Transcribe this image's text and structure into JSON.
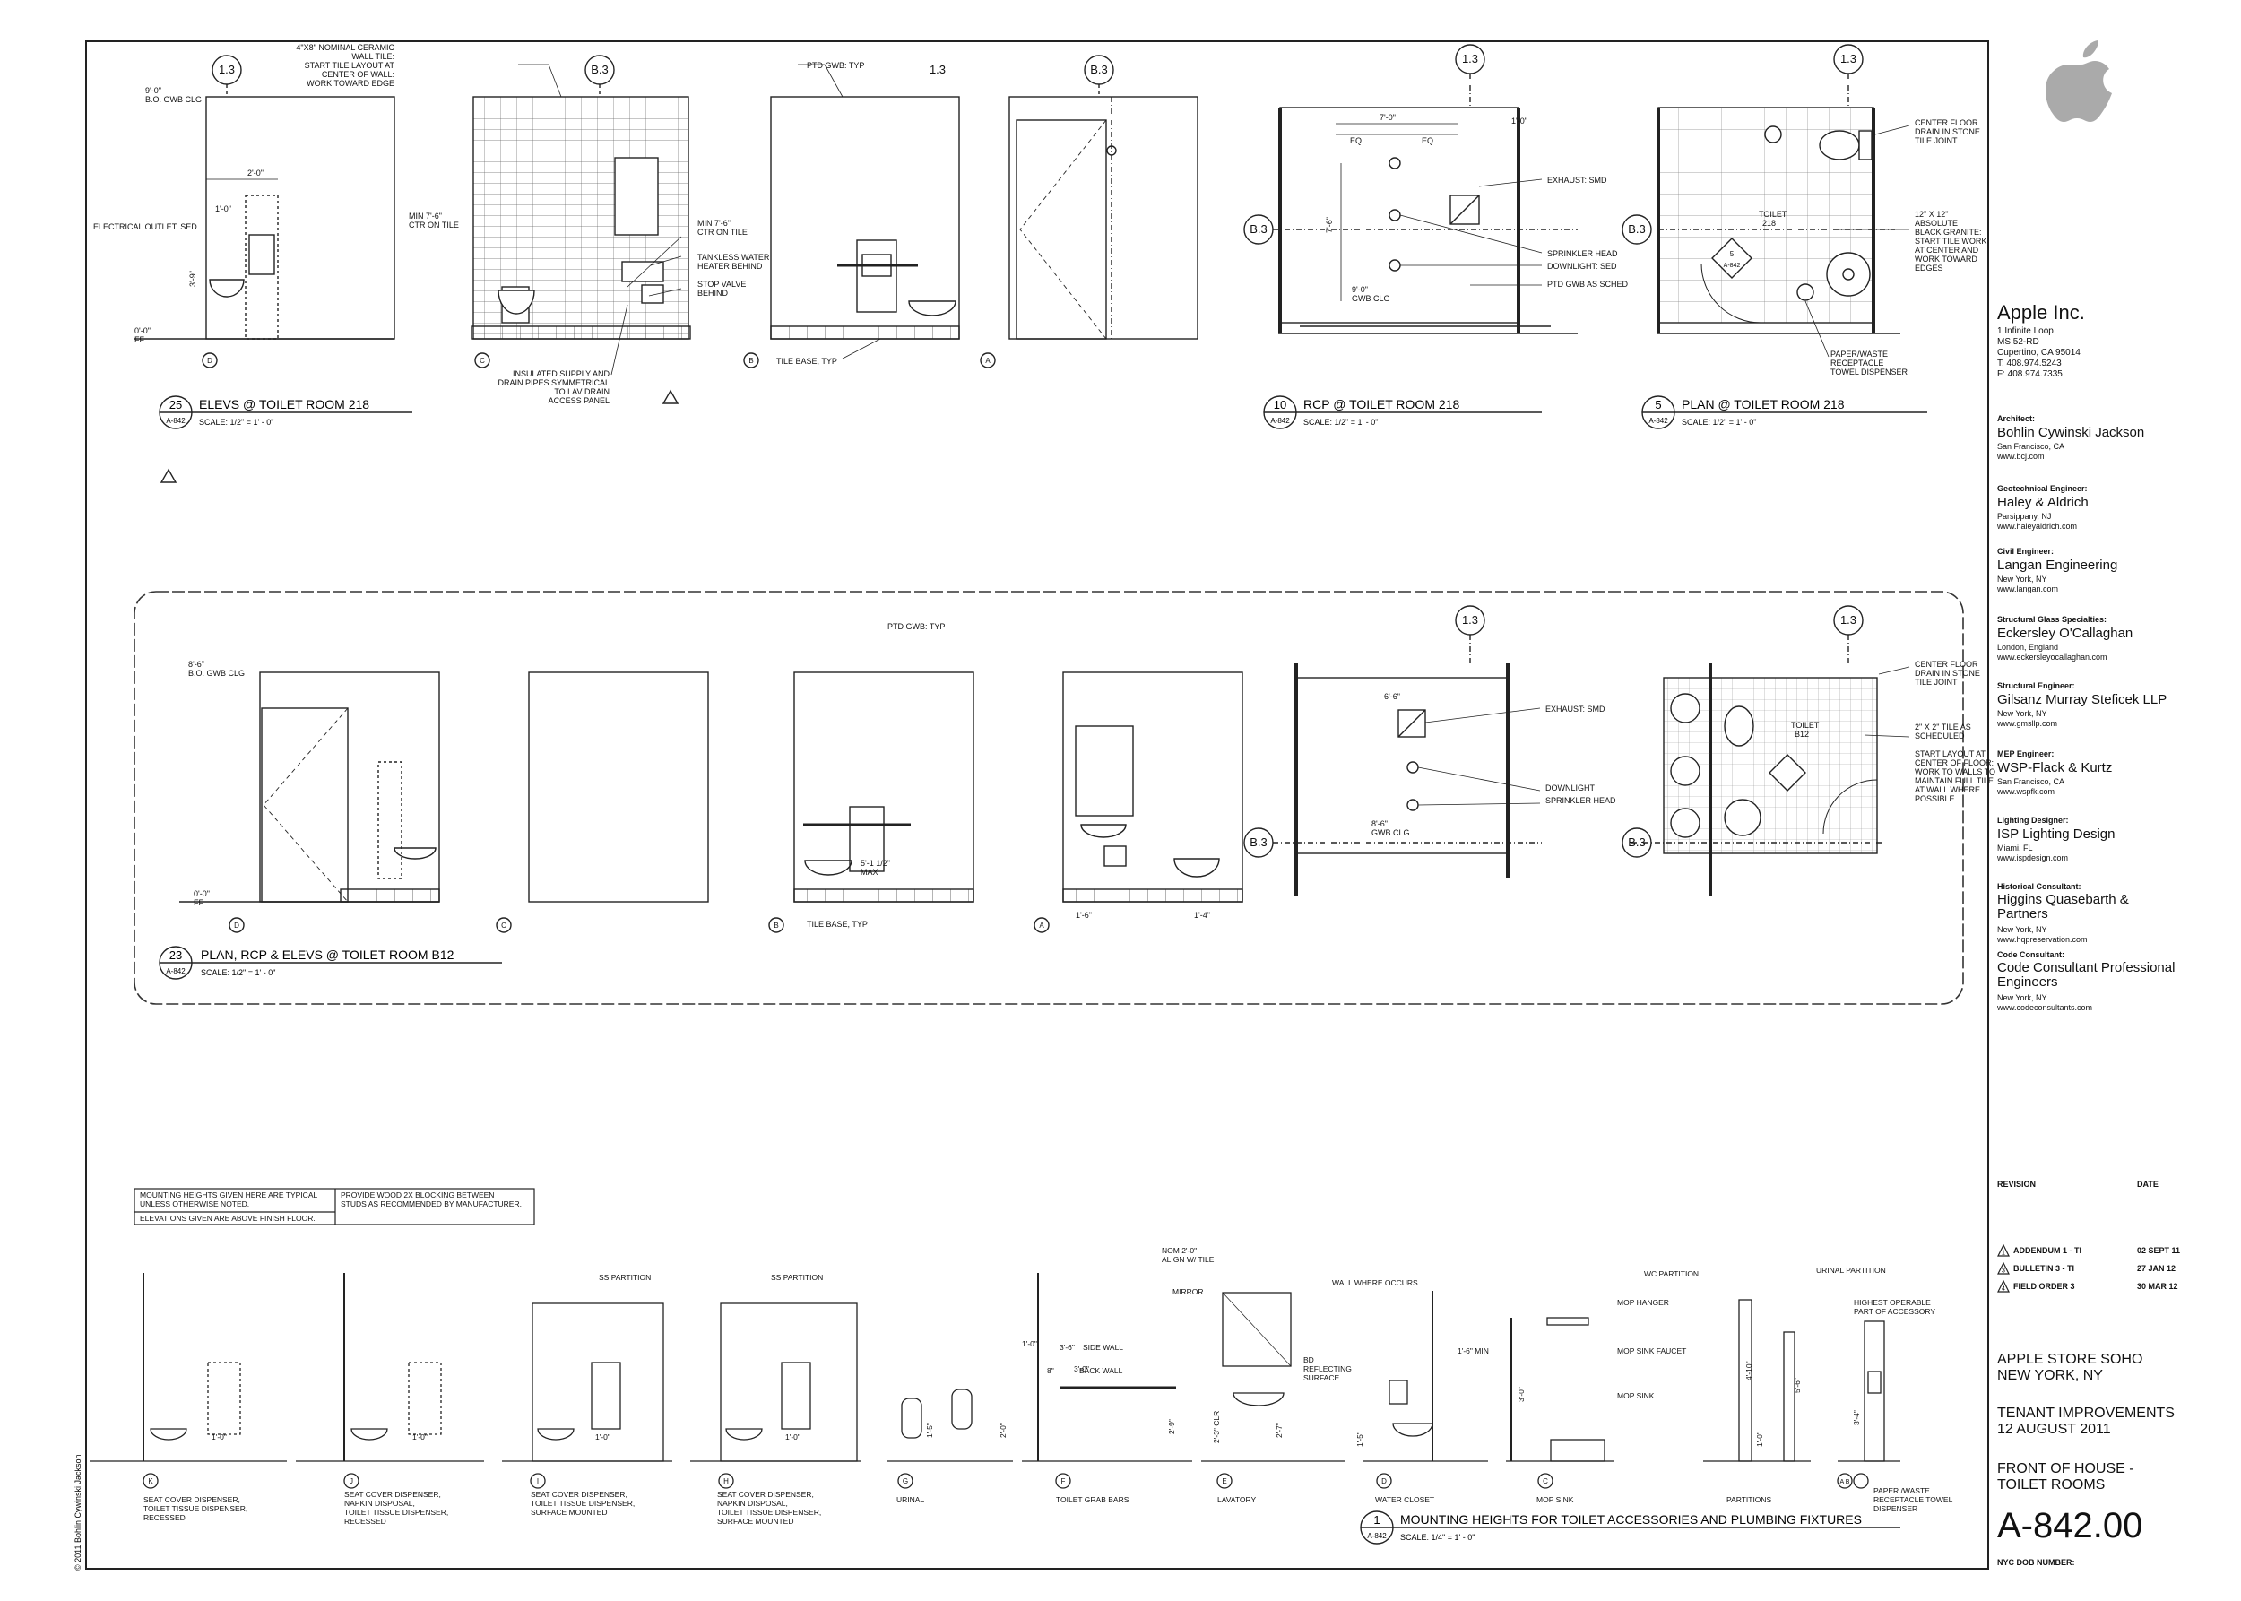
{
  "copyright": "© 2011 Bohlin Cywinski Jackson",
  "sheet_number": "A-842.00",
  "sheet_ref": "A-842",
  "client": {
    "name": "Apple Inc.",
    "address": [
      "1 Infinite Loop",
      "MS 52-RD",
      "Cupertino, CA 95014",
      "T: 408.974.5243",
      "F: 408.974.7335"
    ]
  },
  "consultants": [
    {
      "role": "Architect:",
      "name": "Bohlin Cywinski Jackson",
      "city": "San Francisco, CA",
      "web": "www.bcj.com"
    },
    {
      "role": "Geotechnical Engineer:",
      "name": "Haley & Aldrich",
      "city": "Parsippany, NJ",
      "web": "www.haleyaldrich.com"
    },
    {
      "role": "Civil Engineer:",
      "name": "Langan Engineering",
      "city": "New York, NY",
      "web": "www.langan.com"
    },
    {
      "role": "Structural Glass Specialties:",
      "name": "Eckersley O'Callaghan",
      "city": "London, England",
      "web": "www.eckersleyocallaghan.com"
    },
    {
      "role": "Structural Engineer:",
      "name": "Gilsanz Murray Steficek LLP",
      "city": "New York, NY",
      "web": "www.gmsllp.com"
    },
    {
      "role": "MEP Engineer:",
      "name": "WSP-Flack & Kurtz",
      "city": "San Francisco, CA",
      "web": "www.wspfk.com"
    },
    {
      "role": "Lighting Designer:",
      "name": "ISP Lighting Design",
      "city": "Miami, FL",
      "web": "www.ispdesign.com"
    },
    {
      "role": "Historical Consultant:",
      "name": "Higgins Quasebarth & Partners",
      "city": "New York, NY",
      "web": "www.hqpreservation.com"
    },
    {
      "role": "Code Consultant:",
      "name": "Code Consultant Professional Engineers",
      "city": "New York, NY",
      "web": "www.codeconsultants.com"
    }
  ],
  "revision_header": {
    "revision": "REVISION",
    "date": "DATE"
  },
  "revisions": [
    {
      "num": "1",
      "desc": "ADDENDUM 1 - TI",
      "date": "02 SEPT 11"
    },
    {
      "num": "3",
      "desc": "BULLETIN 3 - TI",
      "date": "27 JAN 12"
    },
    {
      "num": "4",
      "desc": "FIELD ORDER 3",
      "date": "30 MAR 12"
    }
  ],
  "project": {
    "name_1": "APPLE STORE SOHO",
    "name_2": "NEW YORK, NY",
    "phase_1": "TENANT IMPROVEMENTS",
    "phase_2": "12 AUGUST 2011"
  },
  "sheet_title": {
    "line_1": "FRONT OF HOUSE -",
    "line_2": "TOILET ROOMS"
  },
  "dob": "NYC DOB NUMBER:",
  "details": {
    "d25": {
      "num": "25",
      "title": "ELEVS @ TOILET ROOM 218",
      "scale": "SCALE: 1/2\" = 1' - 0\""
    },
    "d10": {
      "num": "10",
      "title": "RCP @ TOILET ROOM 218",
      "scale": "SCALE: 1/2\" = 1' - 0\""
    },
    "d5": {
      "num": "5",
      "title": "PLAN @ TOILET ROOM 218",
      "scale": "SCALE: 1/2\" = 1' - 0\""
    },
    "d23": {
      "num": "23",
      "title": "PLAN, RCP & ELEVS @ TOILET ROOM B12",
      "scale": "SCALE: 1/2\" = 1' - 0\""
    },
    "d1": {
      "num": "1",
      "title": "MOUNTING HEIGHTS FOR TOILET ACCESSORIES AND PLUMBING FIXTURES",
      "scale": "SCALE: 1/4\" = 1' - 0\""
    }
  },
  "grid": {
    "g13": "1.3",
    "gb3": "B.3"
  },
  "elev_marks": [
    "D",
    "C",
    "B",
    "A"
  ],
  "notes_top": {
    "clg1": "9'-0\"",
    "clg1b": "B.O. GWB CLG",
    "ff": "0'-0\"",
    "ffb": "FF",
    "elec": "ELECTRICAL OUTLET: SED",
    "tile": [
      "4\"X8\" NOMINAL CERAMIC",
      "WALL TILE:",
      "START TILE LAYOUT AT",
      "CENTER OF WALL:",
      "WORK TOWARD EDGE"
    ],
    "ctr1": [
      "MIN 7'-6\"",
      "CTR ON TILE"
    ],
    "ctr2": [
      "MIN 7'-6\"",
      "CTR ON TILE"
    ],
    "tank": [
      "TANKLESS WATER",
      "HEATER BEHIND"
    ],
    "stop": [
      "STOP VALVE",
      "BEHIND"
    ],
    "insul": [
      "INSULATED SUPPLY AND",
      "DRAIN PIPES SYMMETRICAL",
      "TO LAV DRAIN",
      "ACCESS PANEL"
    ],
    "ptd": "PTD GWB: TYP",
    "tilebase": "TILE BASE, TYP",
    "exhaust": "EXHAUST: SMD",
    "sprinkler": "SPRINKLER HEAD",
    "downlight": "DOWNLIGHT: SED",
    "ptdsch": "PTD GWB AS SCHED",
    "gwbclg": "GWB CLG",
    "floordrain": [
      "CENTER FLOOR",
      "DRAIN IN STONE",
      "TILE JOINT"
    ],
    "granite": [
      "12\" X 12\"",
      "ABSOLUTE",
      "BLACK GRANITE:",
      "START TILE WORK",
      "AT CENTER AND",
      "WORK TOWARD",
      "EDGES"
    ],
    "paper": [
      "PAPER/WASTE",
      "RECEPTACLE",
      "TOWEL DISPENSER"
    ],
    "toilet218": [
      "TOILET",
      "218"
    ],
    "dim70": "7'-0\"",
    "dim76": "7'-6\"",
    "eq": "EQ",
    "dim10": "1'-0\"",
    "dim20": "2'-0\"",
    "dim39": "3'-9\""
  },
  "notes_mid": {
    "clg": "8'-6\"",
    "clgb": "B.O. GWB CLG",
    "ff": "0'-0\"",
    "ffb": "FF",
    "ptd": "PTD GWB: TYP",
    "tilebase": "TILE BASE, TYP",
    "exhaust": "EXHAUST: SMD",
    "downlight": "DOWNLIGHT",
    "sprinkler": "SPRINKLER HEAD",
    "gwbclg": "GWB CLG",
    "clg86": "8'-6\"",
    "floordrain": [
      "CENTER FLOOR",
      "DRAIN IN STONE",
      "TILE JOINT"
    ],
    "tile22": [
      "2\" X 2\" TILE AS",
      "SCHEDULED"
    ],
    "layout": [
      "START LAYOUT AT",
      "CENTER OF FLOOR:",
      "WORK TO WALLS TO",
      "MAINTAIN FULL TILE",
      "AT WALL WHERE",
      "POSSIBLE"
    ],
    "toiletb12": [
      "TOILET",
      "B12"
    ],
    "dim66": "6'-6\"",
    "dim16": "1'-6\"",
    "dim14": "1'-4\"",
    "max": "MAX",
    "dim511": "5'-1 1/2\""
  },
  "mounting_notes": {
    "left_1": "MOUNTING HEIGHTS GIVEN HERE ARE TYPICAL",
    "left_2": "UNLESS OTHERWISE NOTED.",
    "left_3": "ELEVATIONS GIVEN ARE ABOVE FINISH FLOOR.",
    "right_1": "PROVIDE WOOD 2X BLOCKING BETWEEN",
    "right_2": "STUDS AS RECOMMENDED BY MANUFACTURER."
  },
  "fixtures": [
    {
      "mark": "K",
      "label": [
        "SEAT COVER DISPENSER,",
        "TOILET TISSUE DISPENSER,",
        "RECESSED"
      ]
    },
    {
      "mark": "J",
      "label": [
        "SEAT COVER DISPENSER,",
        "NAPKIN DISPOSAL,",
        "TOILET TISSUE DISPENSER,",
        "RECESSED"
      ]
    },
    {
      "mark": "I",
      "label": [
        "SEAT COVER DISPENSER,",
        "TOILET TISSUE DISPENSER,",
        "SURFACE MOUNTED"
      ]
    },
    {
      "mark": "H",
      "label": [
        "SEAT COVER DISPENSER,",
        "NAPKIN DISPOSAL,",
        "TOILET TISSUE DISPENSER,",
        "SURFACE MOUNTED"
      ]
    },
    {
      "mark": "G",
      "label": [
        "URINAL"
      ]
    },
    {
      "mark": "F",
      "label": [
        "TOILET GRAB BARS"
      ]
    },
    {
      "mark": "E",
      "label": [
        "LAVATORY"
      ]
    },
    {
      "mark": "D",
      "label": [
        "WATER CLOSET"
      ]
    },
    {
      "mark": "C",
      "label": [
        "MOP SINK"
      ]
    },
    {
      "mark": "",
      "label": [
        "PARTITIONS"
      ]
    },
    {
      "mark": "A B",
      "label": [
        "PAPER /WASTE",
        "RECEPTACLE TOWEL",
        "DISPENSER"
      ]
    }
  ],
  "mh_notes": {
    "ss": "SS PARTITION",
    "mirror": "MIRROR",
    "nom": [
      "NOM 2'-0\"",
      "ALIGN W/ TILE"
    ],
    "side": "SIDE WALL",
    "back": "BACK WALL",
    "wall": "WALL WHERE OCCURS",
    "reflect": [
      "BD",
      "REFLECTING",
      "SURFACE"
    ],
    "mophanger": "MOP HANGER",
    "mopfaucet": "MOP SINK FAUCET",
    "mopsink": "MOP SINK",
    "wc": "WC PARTITION",
    "urinal": "URINAL PARTITION",
    "highest": [
      "HIGHEST OPERABLE",
      "PART OF ACCESSORY"
    ],
    "dims": {
      "d34": "3'-4\"",
      "d10": "1'-0\"",
      "d36": "3'-6\"",
      "d30": "3'-0\"",
      "d15": "1'-5\"",
      "d20": "2'-0\"",
      "d29": "2'-9\"",
      "d23": "2'-3\" CLR",
      "d27": "2'-7\"",
      "d16": "1'-6\" MIN",
      "d410": "4'-10\"",
      "d8": "8\"",
      "d56": "5'-6\""
    }
  }
}
